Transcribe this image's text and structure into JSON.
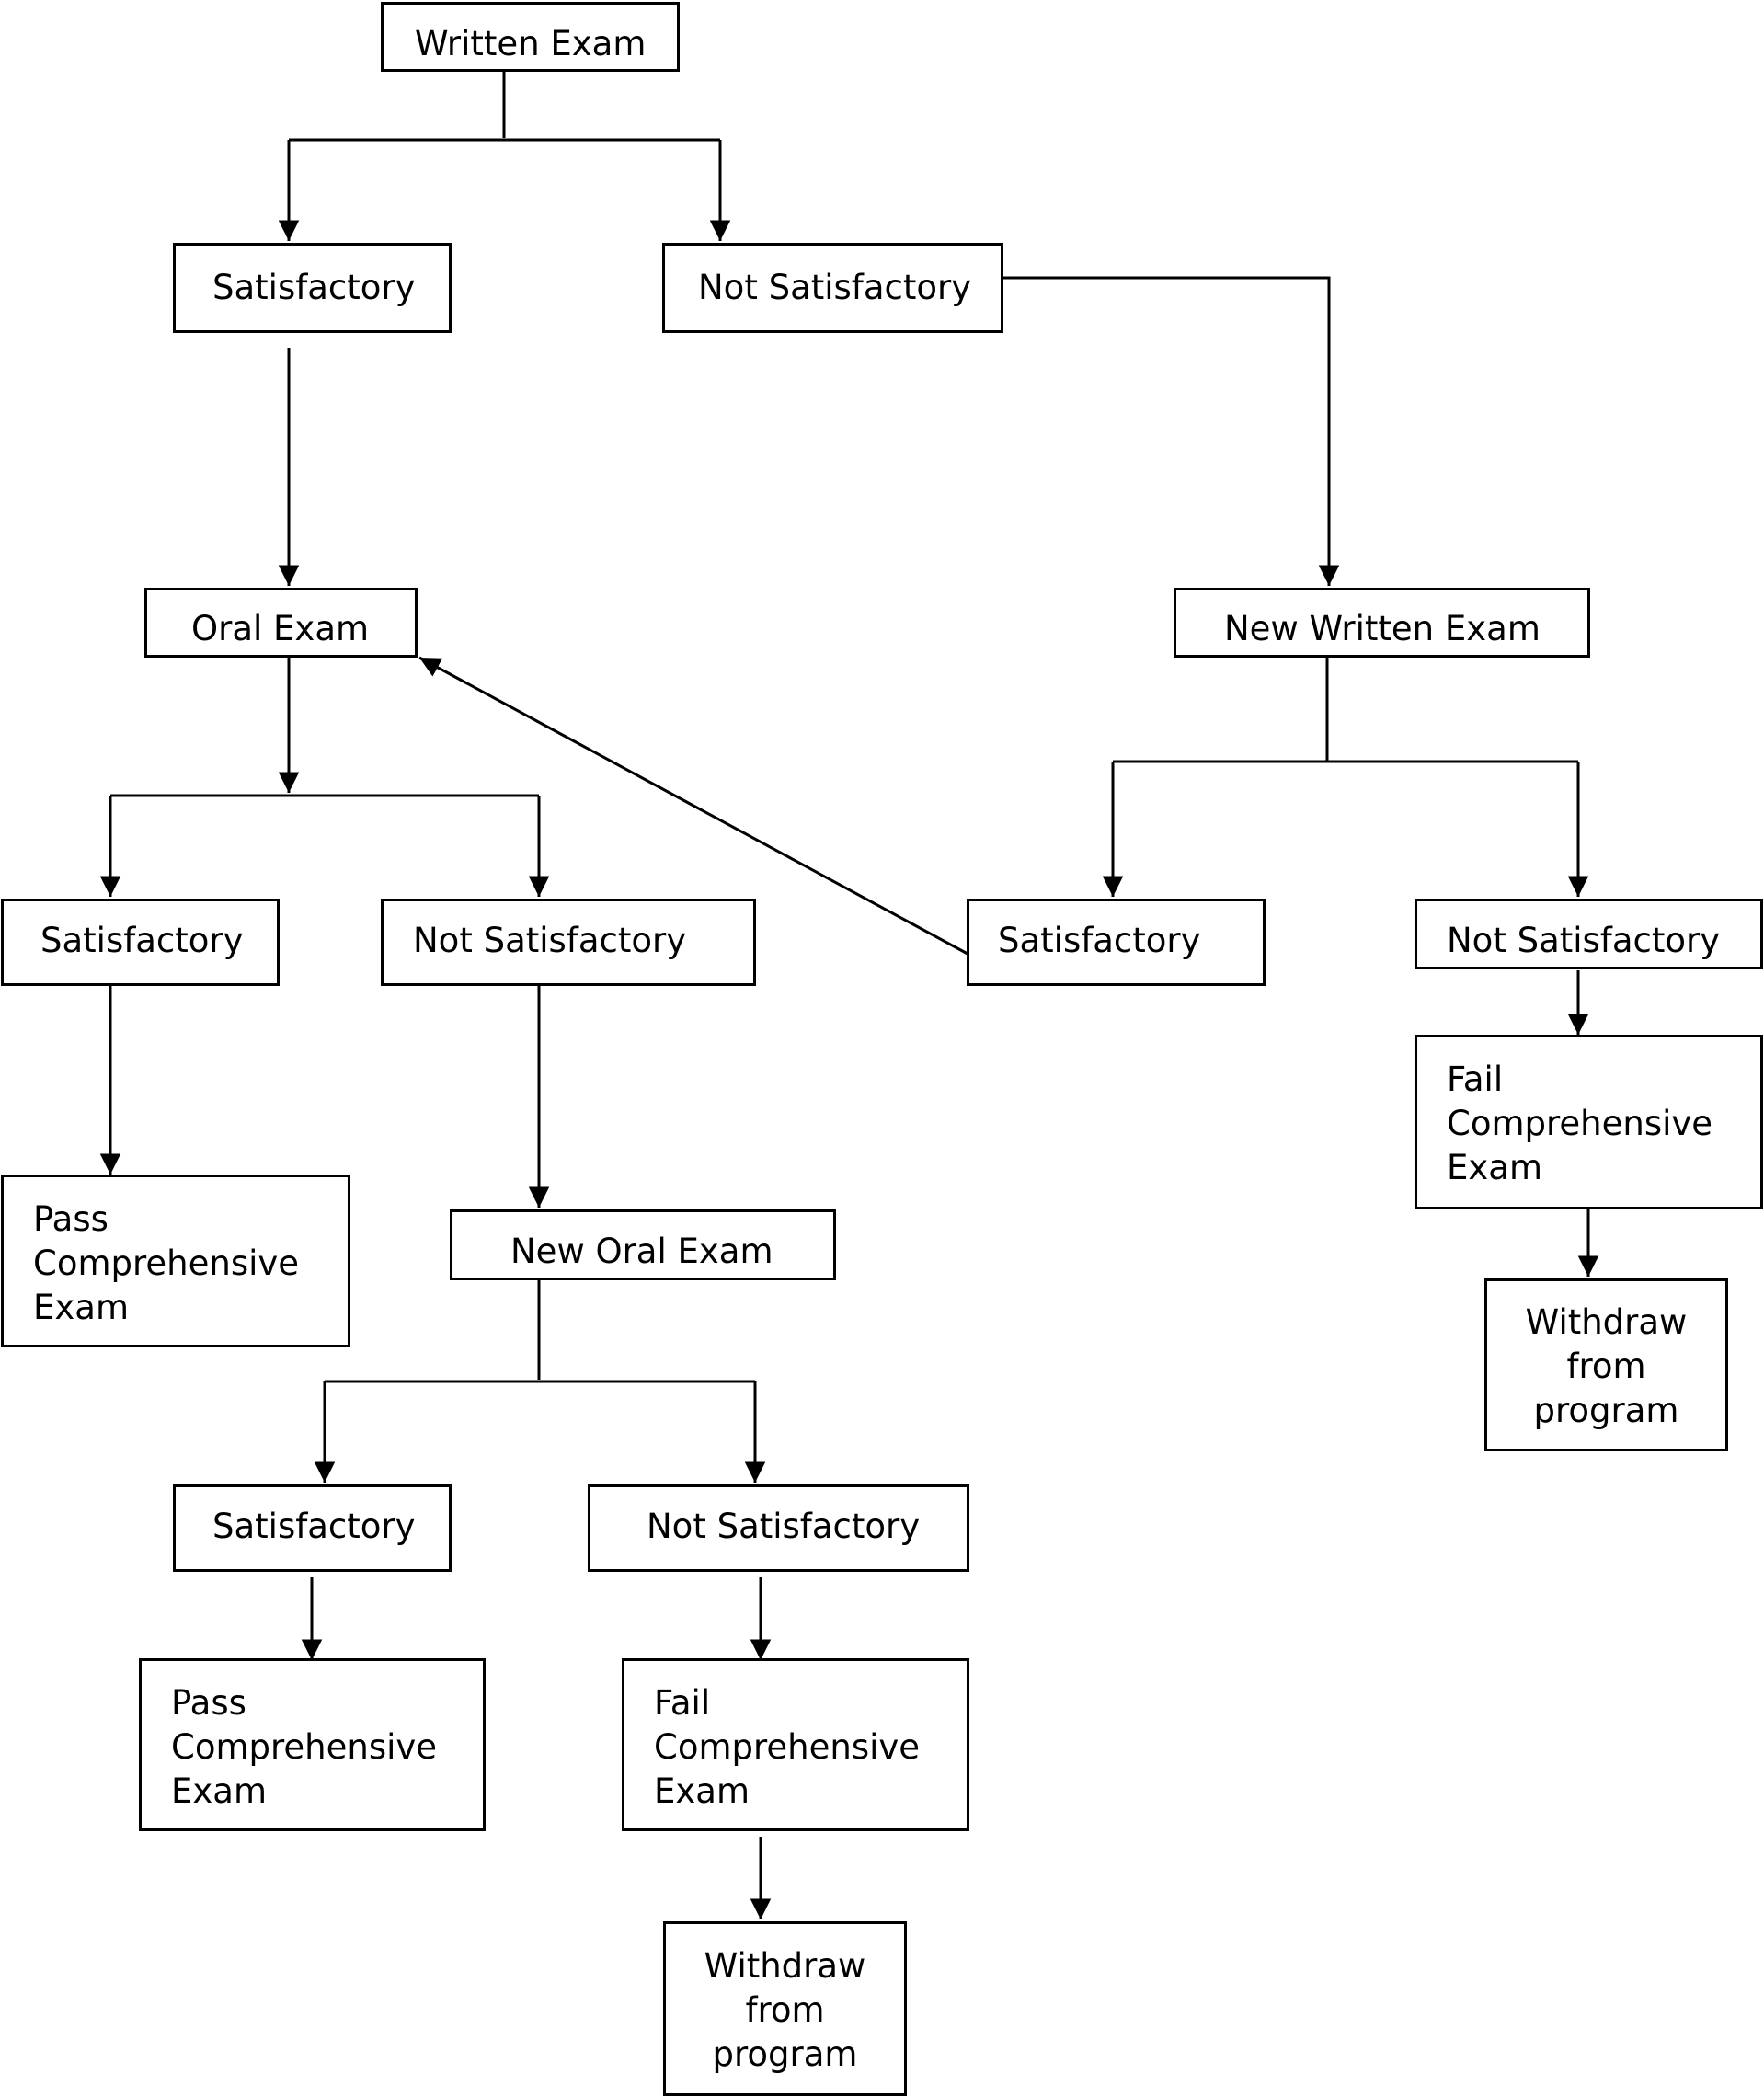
{
  "diagram": {
    "nodes": {
      "written_exam": "Written Exam",
      "written_satisfactory": "Satisfactory",
      "written_not_satisfactory": "Not Satisfactory",
      "oral_exam": "Oral Exam",
      "new_written_exam": "New Written Exam",
      "oral_satisfactory": "Satisfactory",
      "oral_not_satisfactory": "Not Satisfactory",
      "new_written_satisfactory": "Satisfactory",
      "new_written_not_satisfactory": "Not Satisfactory",
      "pass_after_oral": "Pass\nComprehensive\nExam",
      "new_oral_exam": "New Oral Exam",
      "fail_after_new_written": "Fail\nComprehensive\nExam",
      "withdraw_after_new_written": "Withdraw\nfrom\nprogram",
      "new_oral_satisfactory": "Satisfactory",
      "new_oral_not_satisfactory": "Not Satisfactory",
      "pass_after_new_oral": "Pass\nComprehensive\nExam",
      "fail_after_new_oral": "Fail\nComprehensive\nExam",
      "withdraw_after_new_oral": "Withdraw\nfrom\nprogram"
    }
  }
}
